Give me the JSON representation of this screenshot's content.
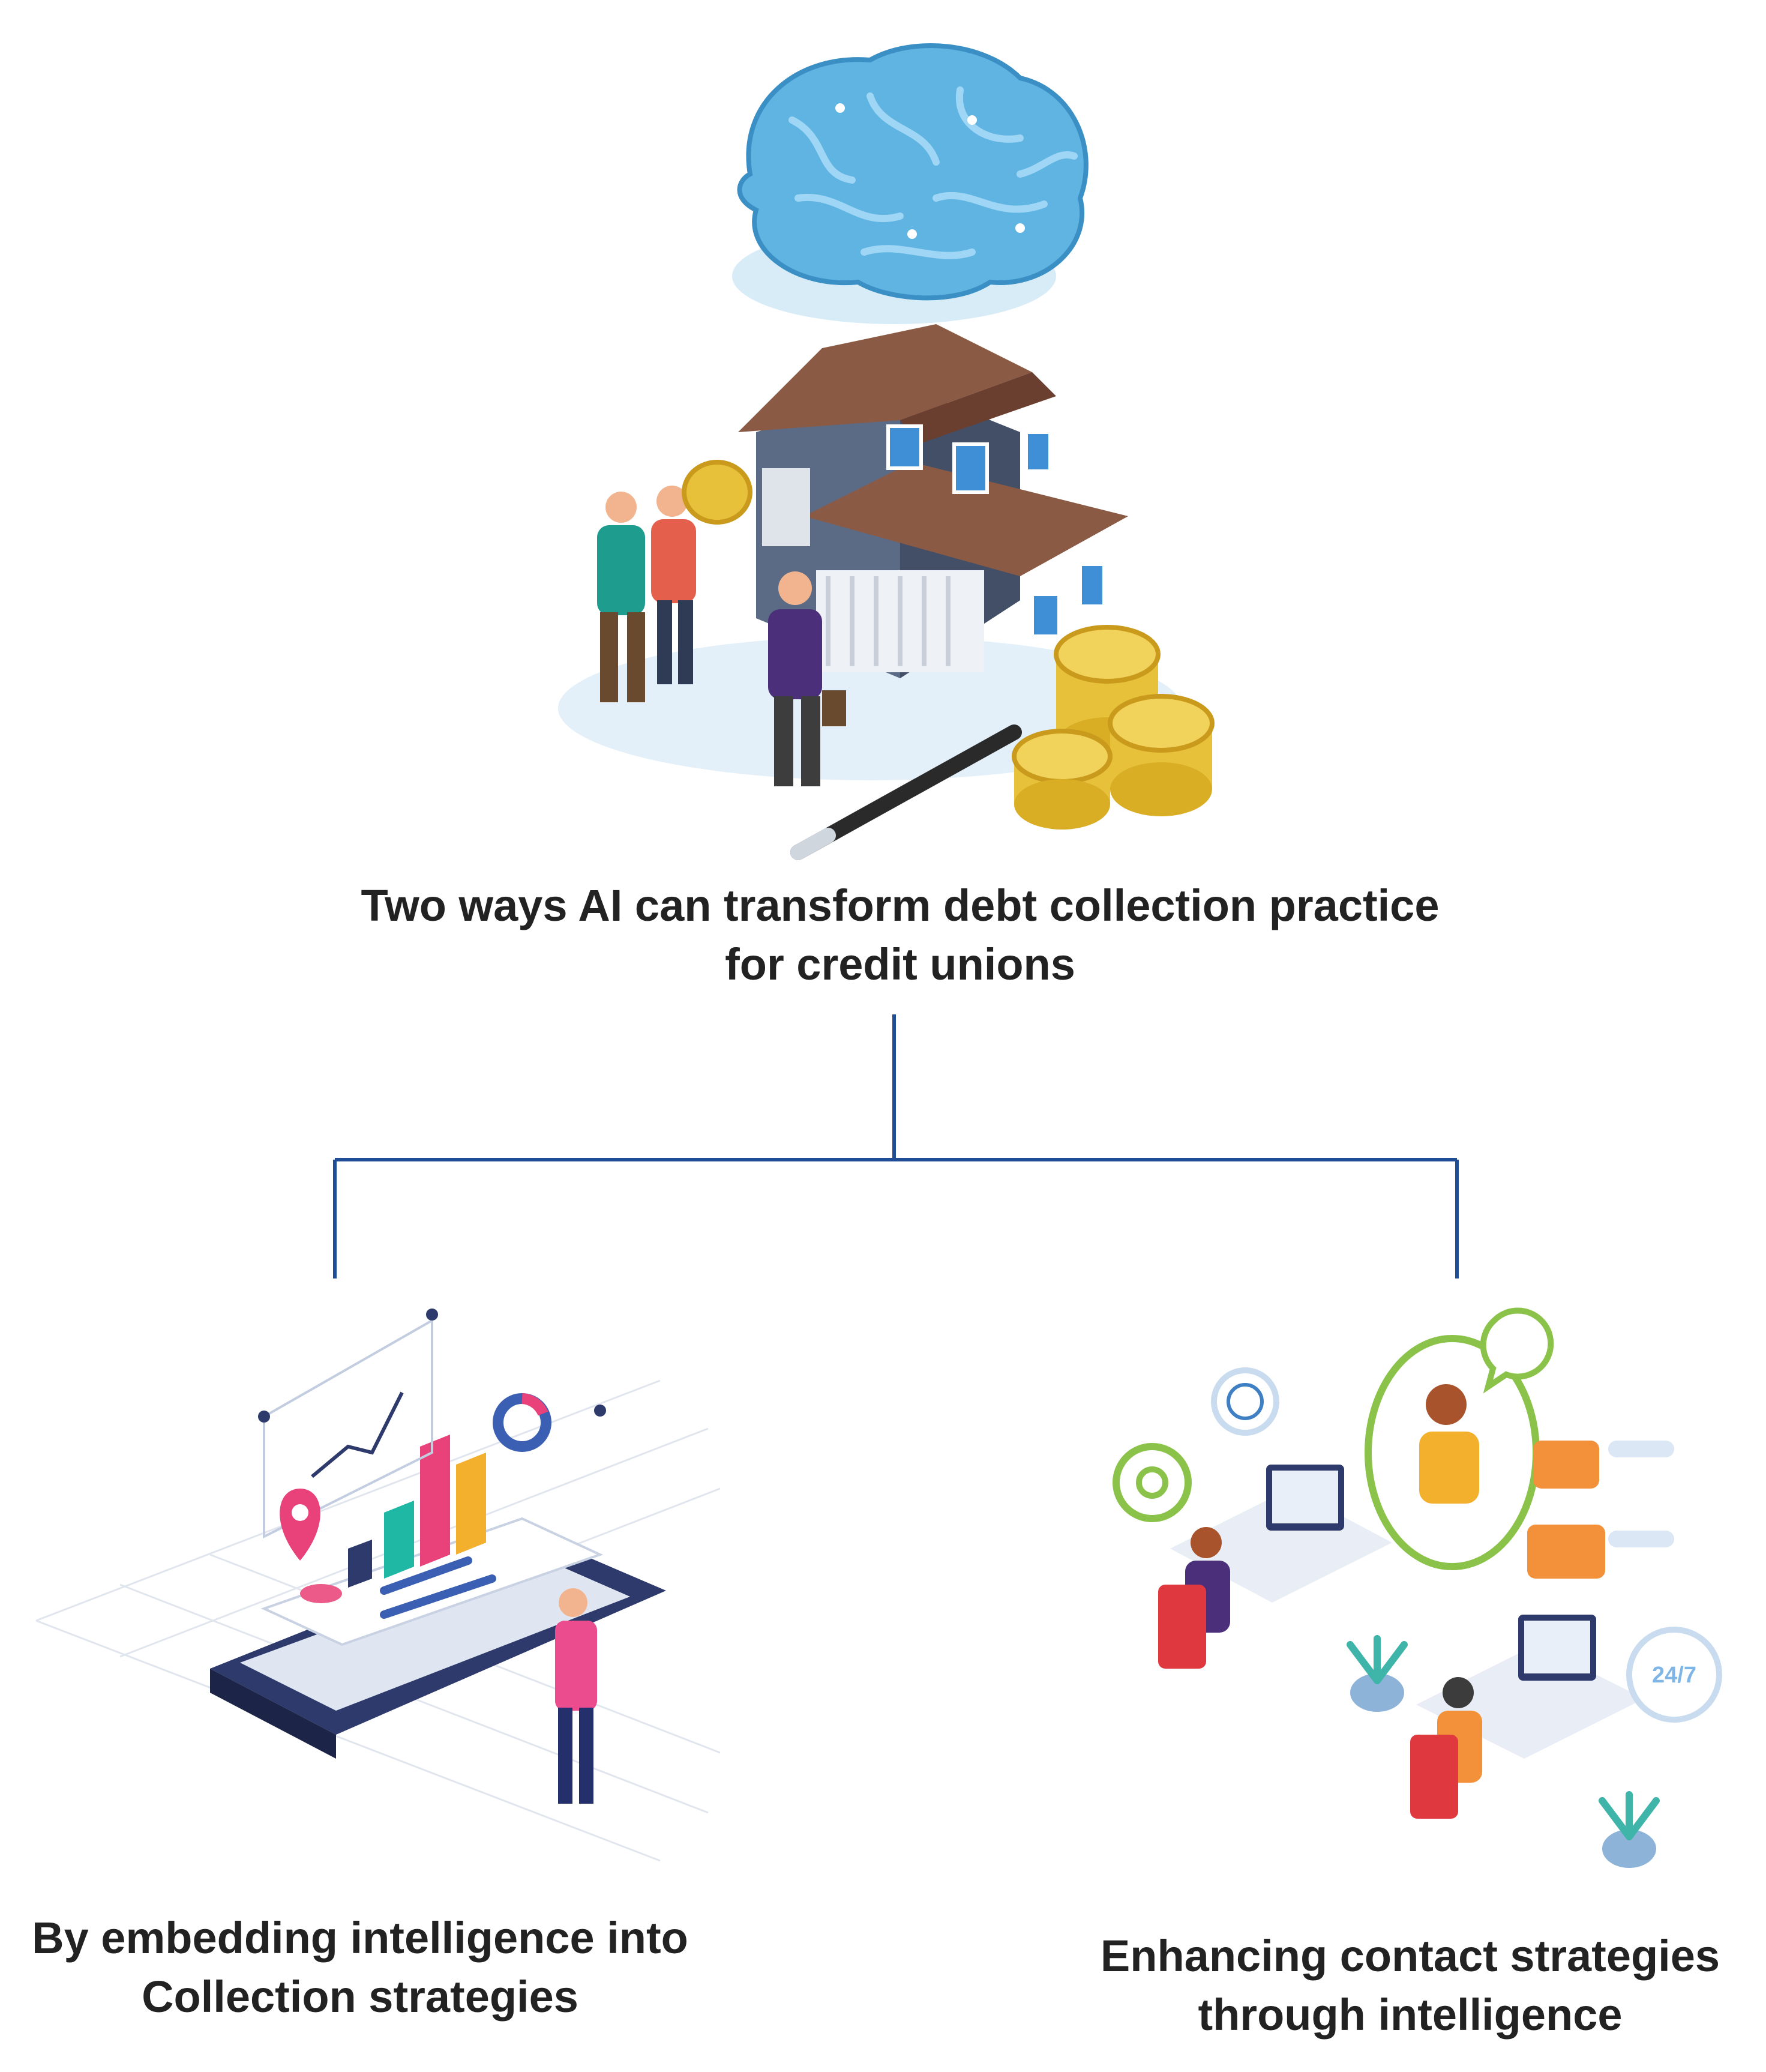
{
  "title": "Two ways AI can transform debt collection practice for credit unions",
  "branches": [
    {
      "caption": "By embedding intelligence into Collection strategies",
      "illustration": "analytics-dashboard"
    },
    {
      "caption": "Enhancing contact strategies through intelligence",
      "illustration": "contact-center"
    }
  ],
  "illustration_top": "brain-house-money",
  "badge_247": "24/7",
  "colors": {
    "connector": "#1f4e96",
    "text": "#222222",
    "brain": "#5fb4e2",
    "roof": "#7a4a3a",
    "coin": "#e8c13a"
  }
}
